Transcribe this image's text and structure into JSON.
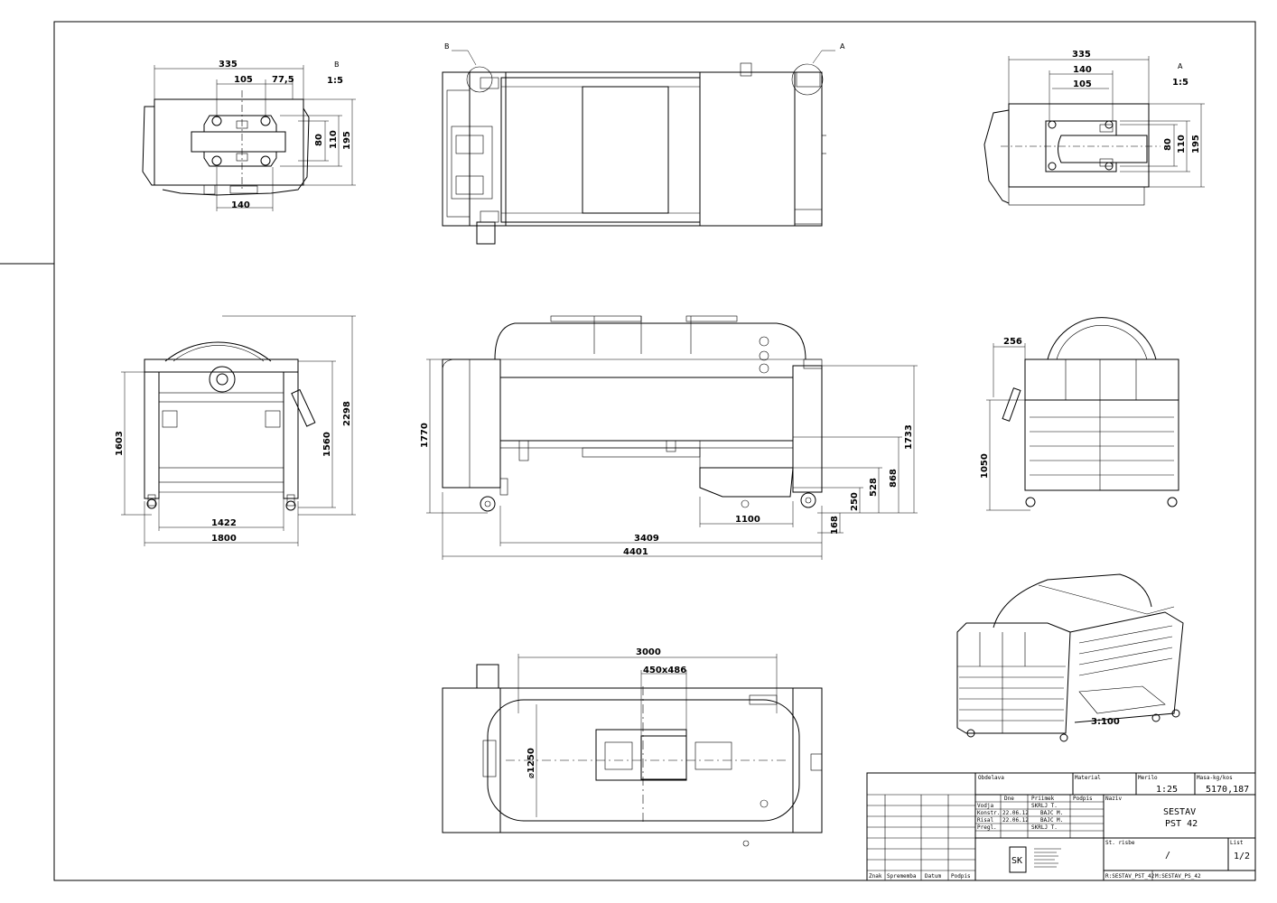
{
  "detail_b": {
    "label": "B",
    "scale": "1:5",
    "dim_width": "335",
    "dim_hole": "105",
    "dim_offset": "77,5",
    "dim_80": "80",
    "dim_110": "110",
    "dim_195": "195",
    "dim_bottom": "140"
  },
  "detail_a": {
    "label": "A",
    "scale": "1:5",
    "dim_width": "335",
    "dim_140": "140",
    "dim_hole": "105",
    "dim_80": "80",
    "dim_110": "110",
    "dim_195": "195"
  },
  "top_view": {
    "callout_a": "A",
    "callout_b": "B"
  },
  "end_view_left": {
    "dim_1603": "1603",
    "dim_1560": "1560",
    "dim_2298": "2298",
    "dim_1422": "1422",
    "dim_1800": "1800"
  },
  "side_view": {
    "dim_1770": "1770",
    "dim_1733": "1733",
    "dim_868": "868",
    "dim_528": "528",
    "dim_250": "250",
    "dim_168": "168",
    "dim_1100": "1100",
    "dim_3409": "3409",
    "dim_4401": "4401"
  },
  "end_view_right": {
    "dim_256": "256",
    "dim_1050": "1050"
  },
  "plan_view": {
    "dim_3000": "3000",
    "dim_opening": "450x486",
    "dim_diameter": "⌀1250"
  },
  "iso_view": {
    "scale": "3:100"
  },
  "title_block": {
    "obdelava": "Obdelava",
    "material": "Material",
    "merilo": "Merilo",
    "masa": "Masa-kg/kos",
    "merilo_val": "1:25",
    "masa_val": "5170,187",
    "col_dne": "Dne",
    "col_priimek": "Priimek",
    "col_podpis": "Podpis",
    "naziv": "Naziv",
    "rows": [
      {
        "role": "Vodja",
        "date": "",
        "name": "SKRLJ T."
      },
      {
        "role": "Konstr.",
        "date": "22.06.12",
        "name": "BAJC M."
      },
      {
        "role": "Risal",
        "date": "22.06.12",
        "name": "BAJC M."
      },
      {
        "role": "Pregl.",
        "date": "",
        "name": "SKRLJ T."
      }
    ],
    "title1": "SESTAV",
    "title2": "PST 42",
    "st_risbe": "St. risbe",
    "st_risbe_val": "/",
    "list": "List",
    "list_val": "1/2",
    "logo_text": "SK",
    "footer_znak": "Znak",
    "footer_sprememba": "Sprememba",
    "footer_datum": "Datum",
    "footer_podpis": "Podpis",
    "file1": "R:SESTAV_PST_42",
    "file2": "M:SESTAV_PS_42"
  }
}
